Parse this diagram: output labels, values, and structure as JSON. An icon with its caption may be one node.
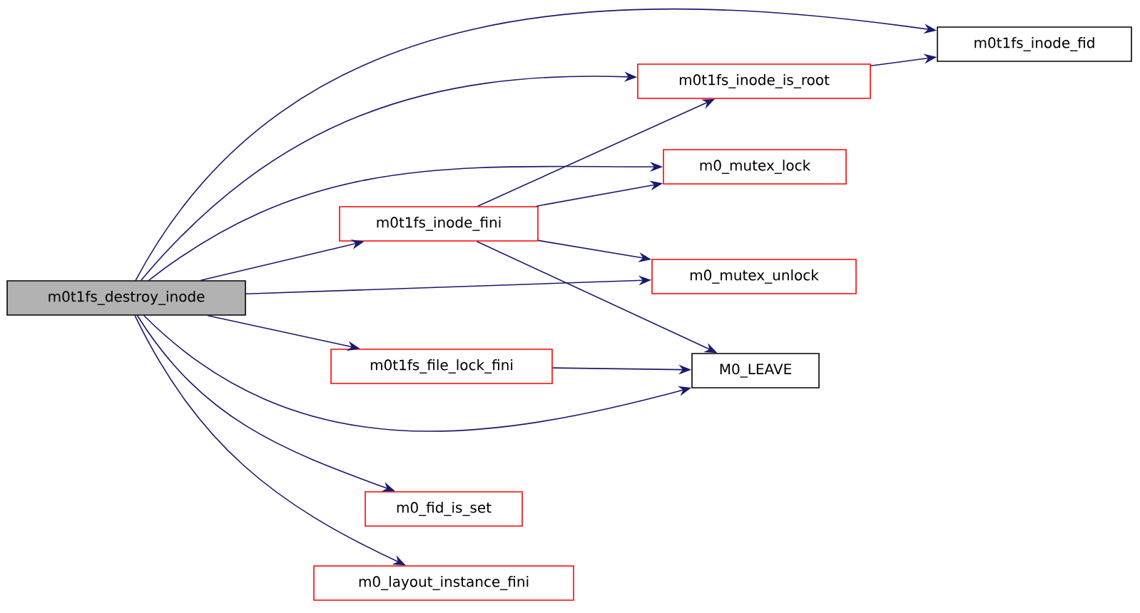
{
  "diagram": {
    "nodes": [
      {
        "text": [
          "m0t1fs_destroy_inode"
        ]
      },
      {
        "text": [
          "m0t1fs_inode_fid"
        ]
      },
      {
        "text": [
          "m0t1fs_inode_is_root"
        ]
      },
      {
        "text": [
          "m0_mutex_lock"
        ]
      },
      {
        "text": [
          "m0t1fs_inode_fini"
        ]
      },
      {
        "text": [
          "m0_mutex_unlock"
        ]
      },
      {
        "text": [
          "m0t1fs_file_lock_fini"
        ]
      },
      {
        "text": [
          "M0_LEAVE"
        ]
      },
      {
        "text": [
          "m0_fid_is_set"
        ]
      },
      {
        "text": [
          "m0_layout_instance_fini"
        ]
      }
    ],
    "edges": [
      {
        "from": 0,
        "to": 1,
        "arrow": "to"
      },
      {
        "from": 0,
        "to": 2,
        "arrow": "to"
      },
      {
        "from": 0,
        "to": 3,
        "arrow": "to"
      },
      {
        "from": 0,
        "to": 4,
        "arrow": "to"
      },
      {
        "from": 0,
        "to": 5,
        "arrow": "to"
      },
      {
        "from": 0,
        "to": 6,
        "arrow": "to"
      },
      {
        "from": 0,
        "to": 7,
        "arrow": "to"
      },
      {
        "from": 0,
        "to": 8,
        "arrow": "to"
      },
      {
        "from": 0,
        "to": 9,
        "arrow": "to"
      },
      {
        "from": 2,
        "to": 1,
        "arrow": "to"
      },
      {
        "from": 4,
        "to": 2,
        "arrow": "to"
      },
      {
        "from": 4,
        "to": 3,
        "arrow": "to"
      },
      {
        "from": 4,
        "to": 5,
        "arrow": "to"
      },
      {
        "from": 4,
        "to": 7,
        "arrow": "to"
      },
      {
        "from": 6,
        "to": 7,
        "arrow": "to"
      }
    ]
  }
}
